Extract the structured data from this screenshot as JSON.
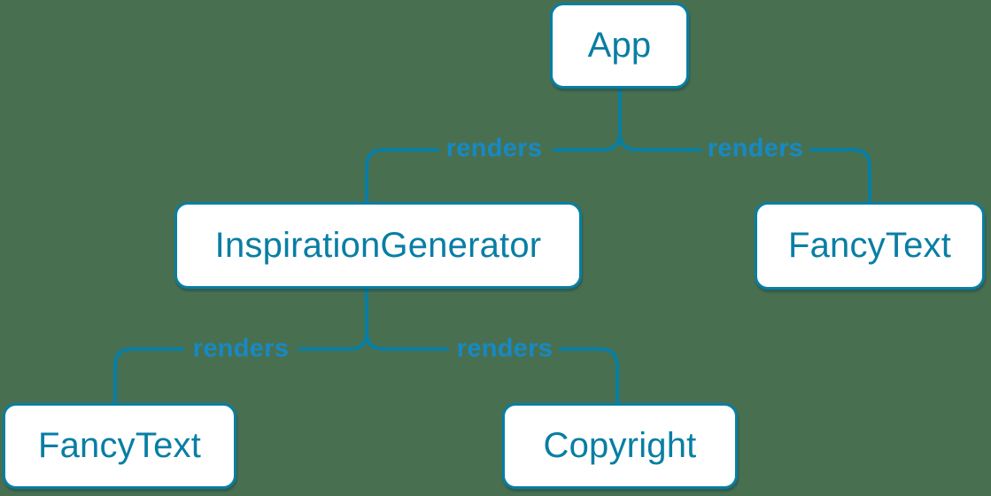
{
  "palette": {
    "canvas_bg": "#487050",
    "node_fill": "#ffffff",
    "node_border": "#087ea4",
    "node_text": "#087ea4",
    "edge_line": "#087ea4",
    "edge_label": "#1789c4"
  },
  "diagram": {
    "type": "tree",
    "nodes": [
      {
        "id": "app",
        "label": "App"
      },
      {
        "id": "inspiration-generator",
        "label": "InspirationGenerator"
      },
      {
        "id": "fancy-text-top",
        "label": "FancyText"
      },
      {
        "id": "fancy-text-bottom",
        "label": "FancyText"
      },
      {
        "id": "copyright",
        "label": "Copyright"
      }
    ],
    "edges": [
      {
        "from": "app",
        "to": "inspiration-generator",
        "label": "renders"
      },
      {
        "from": "app",
        "to": "fancy-text-top",
        "label": "renders"
      },
      {
        "from": "inspiration-generator",
        "to": "fancy-text-bottom",
        "label": "renders"
      },
      {
        "from": "inspiration-generator",
        "to": "copyright",
        "label": "renders"
      }
    ]
  }
}
